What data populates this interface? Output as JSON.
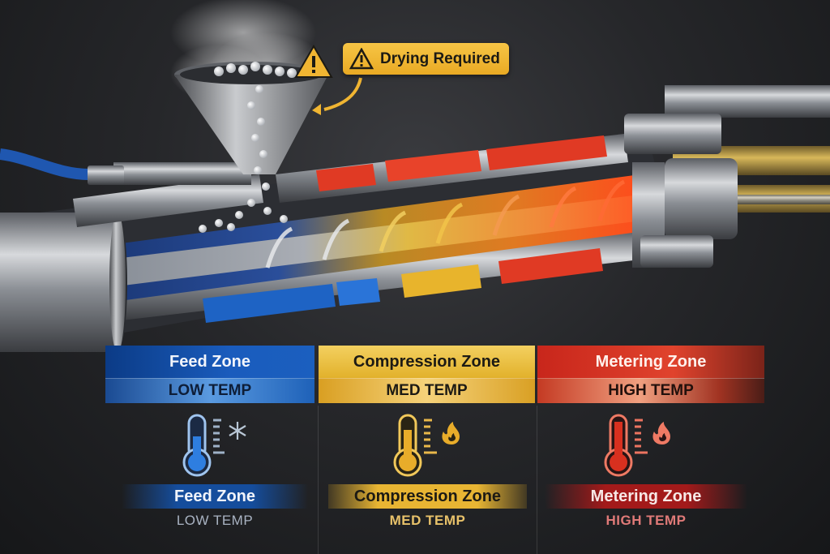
{
  "callout": {
    "icon": "warning-triangle-icon",
    "label": "Drying Required",
    "color": "#f0b532"
  },
  "zones": [
    {
      "name": "Feed Zone",
      "temp": "LOW TEMP",
      "icon": "snowflake-icon",
      "thermometer_level": "low",
      "color": "#1b5fbf"
    },
    {
      "name": "Compression Zone",
      "temp": "MED TEMP",
      "icon": "flame-icon",
      "thermometer_level": "medium",
      "color": "#e6b02a"
    },
    {
      "name": "Metering Zone",
      "temp": "HIGH TEMP",
      "icon": "flame-icon",
      "thermometer_level": "high",
      "color": "#d8301f"
    }
  ],
  "illustration": {
    "subject": "injection molding barrel cutaway with hopper, screw and heater bands",
    "heater_band_colors": [
      "#1e63c4",
      "#e8b42c",
      "#e03a24"
    ]
  }
}
